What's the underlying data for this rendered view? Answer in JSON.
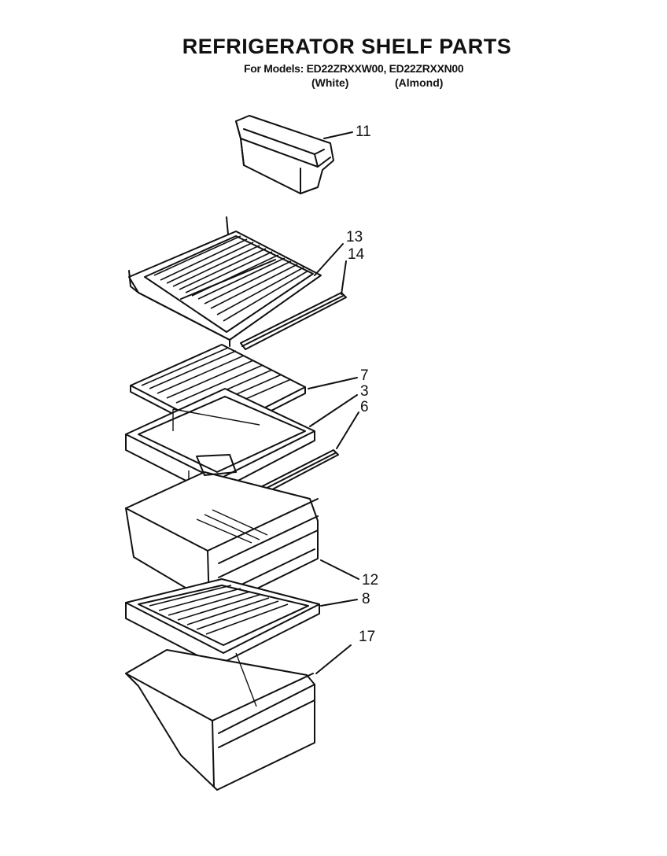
{
  "diagram": {
    "title": "REFRIGERATOR SHELF PARTS",
    "models_line": "For Models: ED22ZRXXW00, ED22ZRXXN00",
    "variant_white": "(White)",
    "variant_almond": "(Almond)"
  },
  "callouts": {
    "c11": "11",
    "c13": "13",
    "c14": "14",
    "c7": "7",
    "c3": "3",
    "c6": "6",
    "c12": "12",
    "c8": "8",
    "c17": "17"
  }
}
